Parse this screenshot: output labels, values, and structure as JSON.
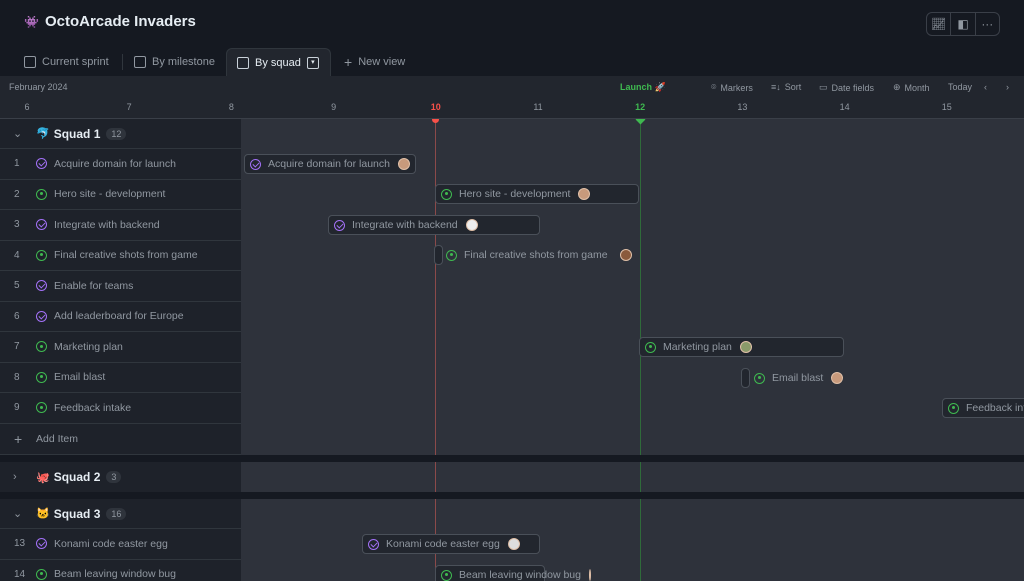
{
  "app": {
    "title": "OctoArcade Invaders",
    "emoji": "👾"
  },
  "toolbar": {
    "insights": "insights-icon",
    "panel": "panel-icon",
    "more": "···"
  },
  "tabs": [
    {
      "label": "Current sprint"
    },
    {
      "label": "By milestone"
    },
    {
      "label": "By squad",
      "active": true
    },
    {
      "label": "New view"
    }
  ],
  "timeline": {
    "month": "February 2024",
    "days": [
      "6",
      "7",
      "8",
      "9",
      "10",
      "11",
      "12",
      "13",
      "14",
      "15"
    ],
    "today": "10",
    "marker": "Launch 🚀",
    "marker_day": "12",
    "controls": {
      "markers": "Markers",
      "sort": "Sort",
      "date_fields": "Date fields",
      "zoom": "Month",
      "today": "Today"
    },
    "colors": {
      "today": "#f85149",
      "marker": "#3fb950"
    }
  },
  "groups": [
    {
      "name": "Squad 1",
      "emoji": "🐬",
      "count": "12",
      "expanded": true,
      "items": [
        {
          "num": "1",
          "title": "Acquire domain for launch",
          "status": "done"
        },
        {
          "num": "2",
          "title": "Hero site - development",
          "status": "open"
        },
        {
          "num": "3",
          "title": "Integrate with backend",
          "status": "done"
        },
        {
          "num": "4",
          "title": "Final creative shots from game",
          "status": "open"
        },
        {
          "num": "5",
          "title": "Enable for teams",
          "status": "done"
        },
        {
          "num": "6",
          "title": "Add leaderboard for Europe",
          "status": "done"
        },
        {
          "num": "7",
          "title": "Marketing plan",
          "status": "open"
        },
        {
          "num": "8",
          "title": "Email blast",
          "status": "open"
        },
        {
          "num": "9",
          "title": "Feedback intake",
          "status": "open"
        }
      ],
      "add_item": "Add Item"
    },
    {
      "name": "Squad 2",
      "emoji": "🐙",
      "count": "3",
      "expanded": false
    },
    {
      "name": "Squad 3",
      "emoji": "🐱",
      "count": "16",
      "expanded": true,
      "items": [
        {
          "num": "13",
          "title": "Konami code easter egg",
          "status": "done"
        },
        {
          "num": "14",
          "title": "Beam leaving window bug",
          "status": "open"
        }
      ]
    }
  ]
}
